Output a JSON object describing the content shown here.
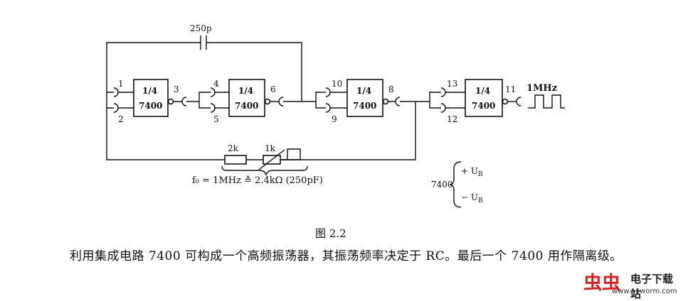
{
  "diagram": {
    "capacitor_value": "250p",
    "gate_fraction": "1/4",
    "gate_chip": "7400",
    "pins": [
      "1",
      "2",
      "3",
      "4",
      "5",
      "6",
      "10",
      "9",
      "8",
      "13",
      "12",
      "11"
    ],
    "output_freq": "1MHz",
    "resistor_fixed": "2k",
    "resistor_var": "1k",
    "formula": "f₀ = 1MHz ≙ 2.4kΩ (250pF)",
    "supply_chip": "7400",
    "supply_plus": "+ U",
    "supply_minus": "− U",
    "supply_sub": "B"
  },
  "figure": {
    "caption": "图 2.2"
  },
  "text": {
    "paragraph": "利用集成电路 7400 可构成一个高频振荡器，其振荡频率决定于 RC。最后一个 7400 用作隔离级。"
  },
  "watermark": {
    "logo": "虫虫",
    "name": "电子下载站",
    "url": "www.eeworm.com"
  }
}
